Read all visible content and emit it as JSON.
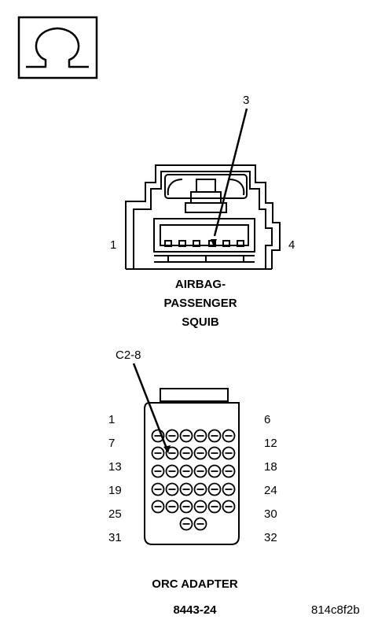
{
  "ohmmeter": {
    "icon": "omega-icon",
    "symbol": "Ω"
  },
  "squib_connector": {
    "callout_pin": "3",
    "pin_left": "1",
    "pin_right": "4",
    "name_lines": [
      "AIRBAG-",
      "PASSENGER",
      "SQUIB"
    ]
  },
  "orc_adapter": {
    "callout_pin": "C2-8",
    "row_labels_left": [
      "1",
      "7",
      "13",
      "19",
      "25",
      "31"
    ],
    "row_labels_right": [
      "6",
      "12",
      "18",
      "24",
      "30",
      "32"
    ],
    "name": "ORC ADAPTER",
    "part_number": "8443-24"
  },
  "figure_id": "814c8f2b"
}
